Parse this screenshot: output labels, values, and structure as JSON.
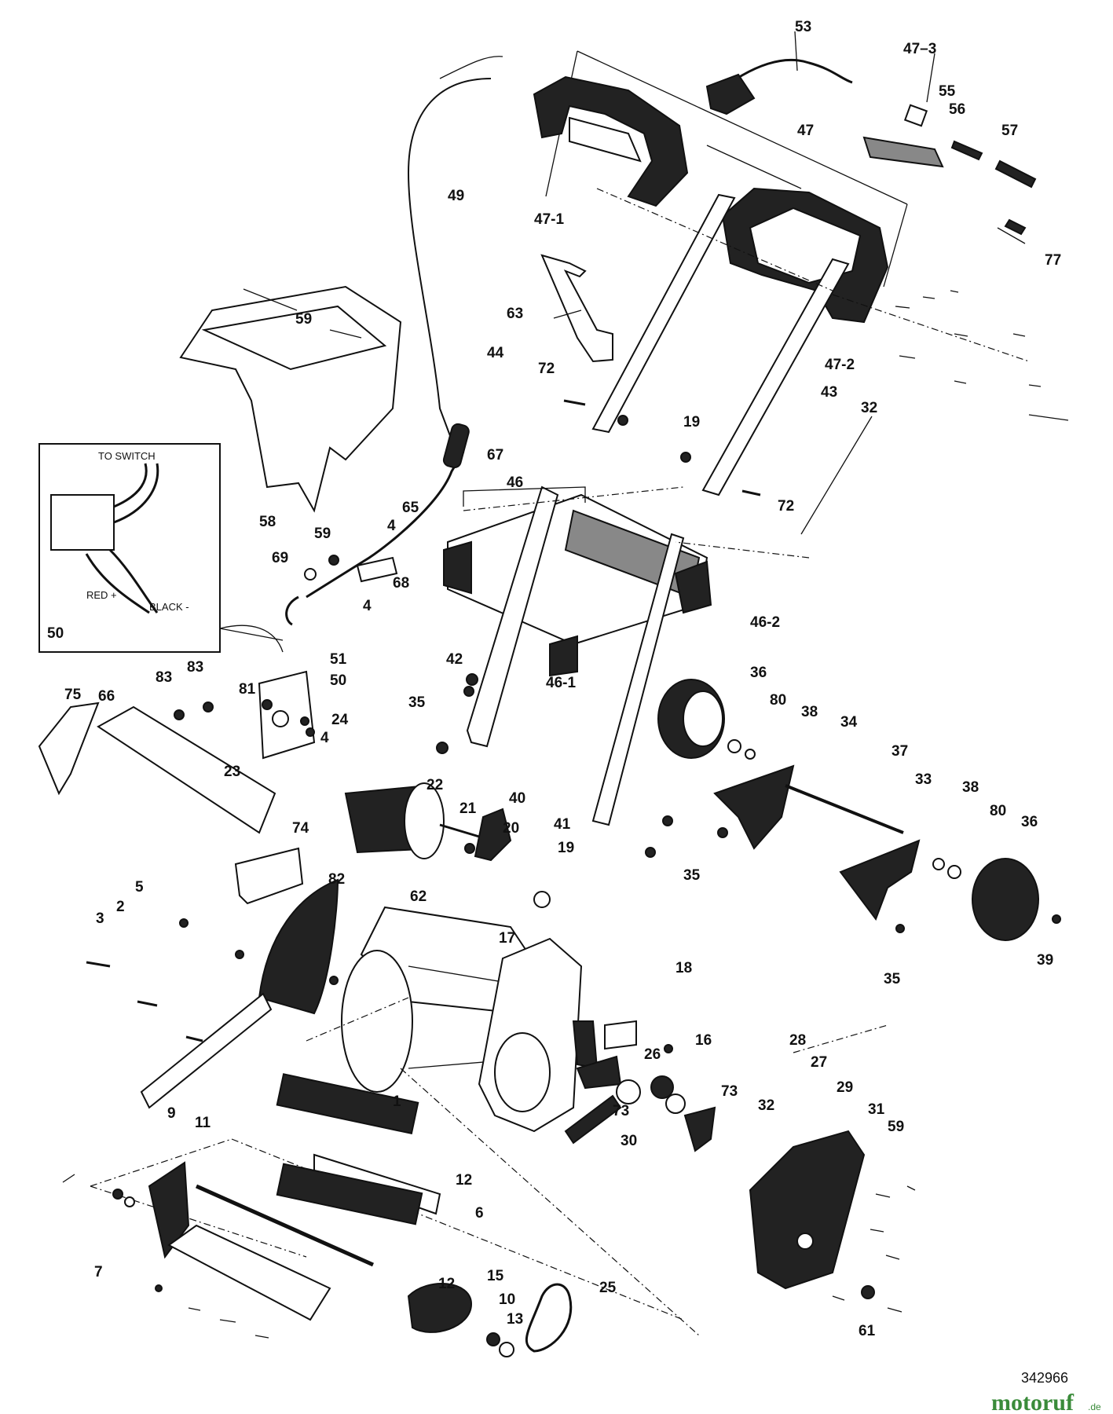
{
  "document_number": "342966",
  "watermark": {
    "text": "motoruf",
    "suffix": ".de",
    "color": "#3a8b3a"
  },
  "wiring_inset": {
    "ref": "50",
    "to_switch": "TO SWITCH",
    "red": "RED +",
    "black": "BLACK -"
  },
  "labels": {
    "l53": "53",
    "l47_3": "47–3",
    "l47": "47",
    "l55": "55",
    "l56": "56",
    "l57": "57",
    "l49": "49",
    "l47_1": "47-1",
    "l77": "77",
    "l63": "63",
    "l44": "44",
    "l72a": "72",
    "l19a": "19",
    "l47_2": "47-2",
    "l43": "43",
    "l59a": "59",
    "l32a": "32",
    "l67": "67",
    "l46": "46",
    "l72b": "72",
    "l58": "58",
    "l65": "65",
    "l59b": "59",
    "l4a": "4",
    "l69": "69",
    "l68": "68",
    "l4b": "4",
    "l46_2": "46-2",
    "l46_1": "46-1",
    "l42": "42",
    "l51": "51",
    "l50": "50",
    "l83a": "83",
    "l83b": "83",
    "l81": "81",
    "l75": "75",
    "l66": "66",
    "l24": "24",
    "l4c": "4",
    "l36a": "36",
    "l35a": "35",
    "l80a": "80",
    "l38a": "38",
    "l34": "34",
    "l23": "23",
    "l22": "22",
    "l40": "40",
    "l37": "37",
    "l21": "21",
    "l20": "20",
    "l41": "41",
    "l33": "33",
    "l38b": "38",
    "l80b": "80",
    "l36b": "36",
    "l19b": "19",
    "l74": "74",
    "l35b": "35",
    "l82": "82",
    "l62": "62",
    "l5": "5",
    "l2": "2",
    "l3": "3",
    "l17": "17",
    "l39": "39",
    "l35c": "35",
    "l18": "18",
    "l16": "16",
    "l28": "28",
    "l26": "26",
    "l27": "27",
    "l73a": "73",
    "l73b": "73",
    "l1": "1",
    "l29": "29",
    "l31": "31",
    "l32b": "32",
    "l9": "9",
    "l11": "11",
    "l30": "30",
    "l59c": "59",
    "l12a": "12",
    "l6": "6",
    "l7": "7",
    "l12b": "12",
    "l15": "15",
    "l10": "10",
    "l13": "13",
    "l25": "25",
    "l61": "61"
  }
}
